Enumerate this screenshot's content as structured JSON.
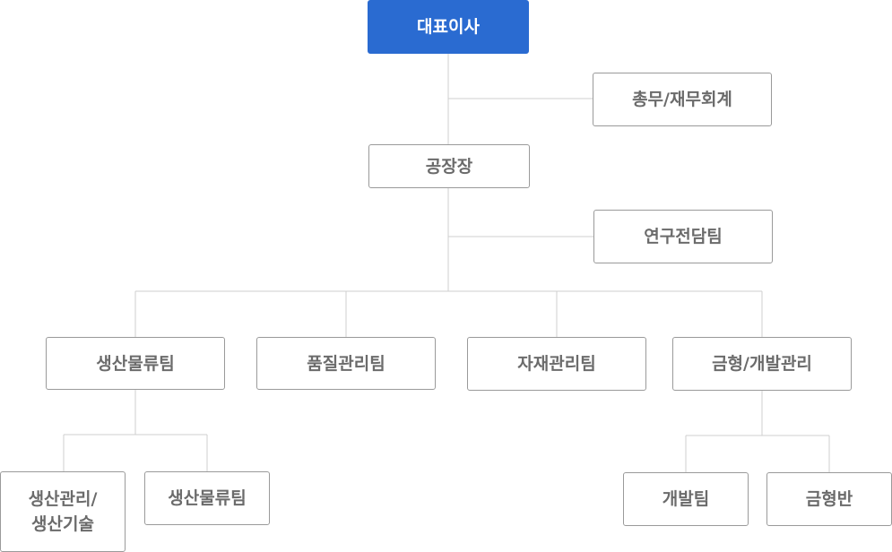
{
  "org_chart": {
    "ceo": "대표이사",
    "general_affairs": "총무/재무회계",
    "plant_manager": "공장장",
    "rnd": "연구전담팀",
    "teams": [
      {
        "label": "생산물류팀"
      },
      {
        "label": "품질관리팀"
      },
      {
        "label": "자재관리팀"
      },
      {
        "label": "금형/개발관리"
      }
    ],
    "production_sub": [
      {
        "label": "생산관리/\n생산기술"
      },
      {
        "label": "생산물류팀"
      }
    ],
    "mold_sub": [
      {
        "label": "개발팀"
      },
      {
        "label": "금형반"
      }
    ]
  },
  "colors": {
    "accent": "#2a6bd1",
    "border": "#9a9a9a",
    "line": "#cfcfcf",
    "text": "#6b6b6b"
  }
}
